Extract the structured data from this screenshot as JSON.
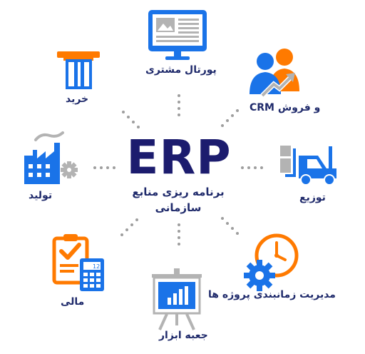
{
  "center": {
    "title": "ERP",
    "subtitle_line1": "برنامه ریزی منابع",
    "subtitle_line2": "سازمانی"
  },
  "modules": [
    {
      "key": "portal",
      "label": "پورتال مشتری",
      "icon": "monitor-icon"
    },
    {
      "key": "crm",
      "label": "CRM و فروش",
      "icon": "sales-people-icon"
    },
    {
      "key": "distribution",
      "label": "توزیع",
      "icon": "forklift-icon"
    },
    {
      "key": "projects",
      "label": "مدیریت زمانبندی پروژه ها",
      "icon": "clock-gear-icon"
    },
    {
      "key": "toolbox",
      "label": "جعبه ابزار",
      "icon": "presentation-chart-icon"
    },
    {
      "key": "finance",
      "label": "مالی",
      "icon": "clipboard-calculator-icon"
    },
    {
      "key": "production",
      "label": "تولید",
      "icon": "factory-icon"
    },
    {
      "key": "purchase",
      "label": "خرید",
      "icon": "payment-card-icon"
    }
  ],
  "colors": {
    "blue": "#1a73e8",
    "orange": "#ff7a00",
    "navy": "#1c1c6e",
    "gray": "#b3b3b3",
    "dots": "#9e9e9e"
  }
}
